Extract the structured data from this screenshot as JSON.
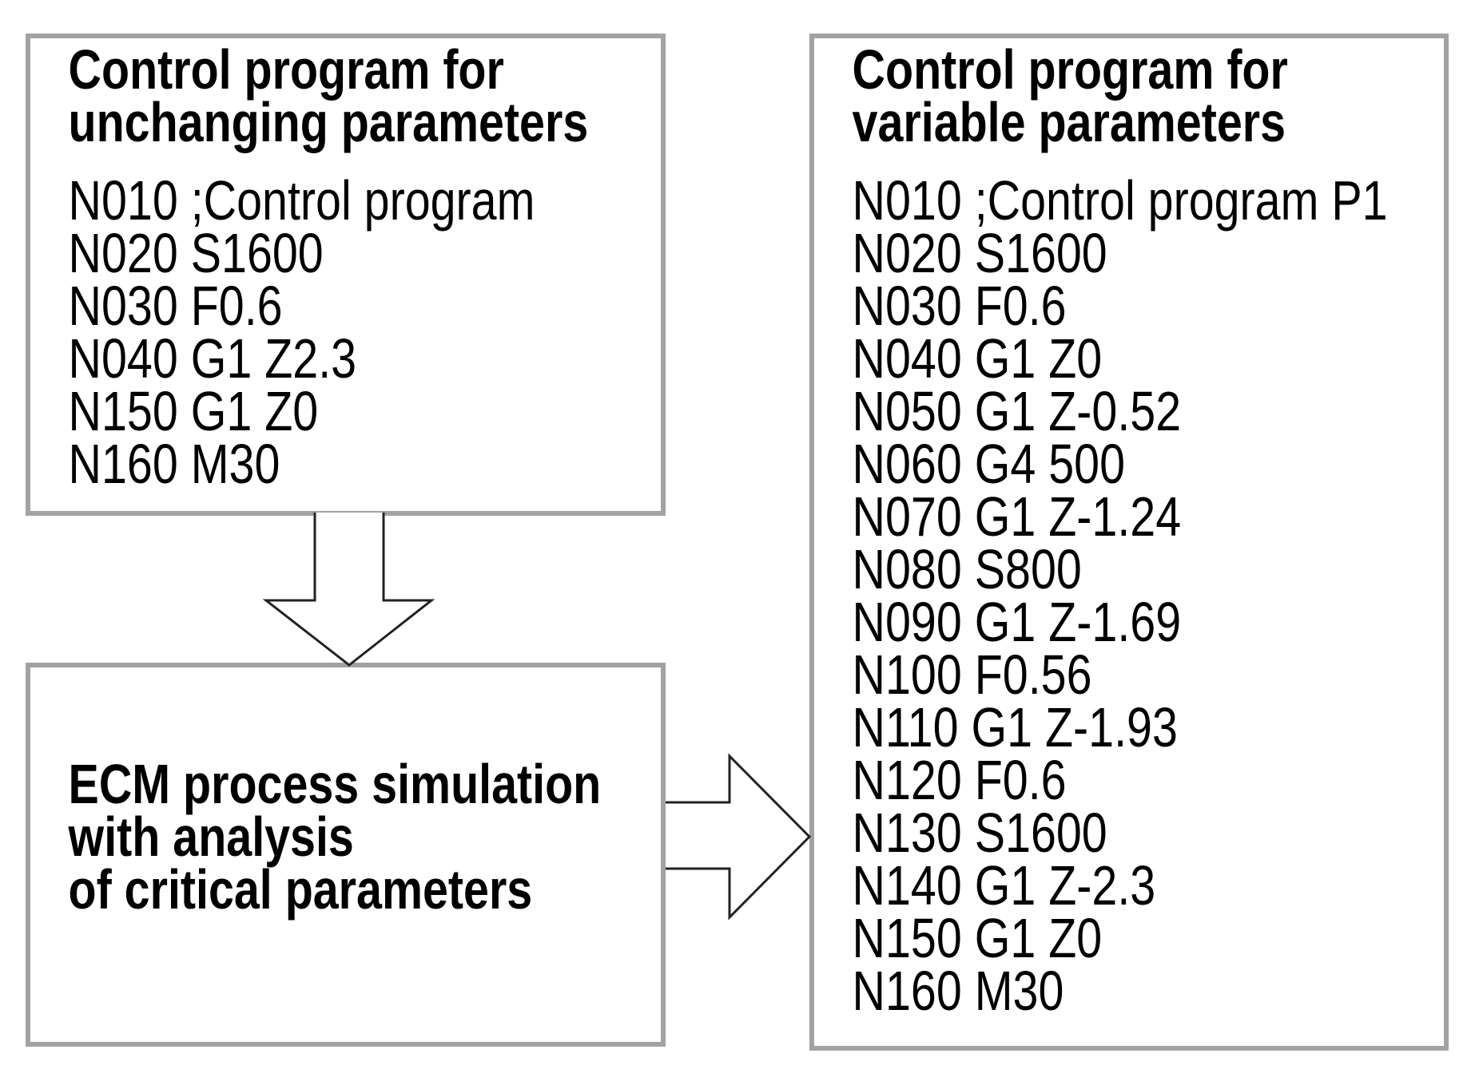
{
  "colors": {
    "background": "#ffffff",
    "box_border": "#a2a2a2",
    "box_fill": "#ffffff",
    "text": "#000000",
    "arrow_outline": "#222222",
    "arrow_fill": "#ffffff"
  },
  "icons": {
    "down_arrow": "down-block-arrow",
    "right_arrow": "right-block-arrow"
  },
  "nodes": {
    "unchanging": {
      "title_lines": [
        "Control program for",
        "unchanging parameters"
      ],
      "code_lines": [
        "N010 ;Control program",
        "N020 S1600",
        "N030 F0.6",
        "N040 G1 Z2.3",
        "N150 G1 Z0",
        "N160 M30"
      ]
    },
    "simulation": {
      "title_lines": [
        "ECM process simulation",
        "with analysis",
        "of critical parameters"
      ]
    },
    "variable": {
      "title_lines": [
        "Control program for",
        "variable parameters"
      ],
      "code_lines": [
        "N010 ;Control program P1",
        "N020 S1600",
        "N030 F0.6",
        "N040 G1 Z0",
        "N050 G1 Z-0.52",
        "N060 G4 500",
        "N070 G1 Z-1.24",
        "N080 S800",
        "N090 G1 Z-1.69",
        "N100 F0.56",
        "N110 G1 Z-1.93",
        "N120 F0.6",
        "N130 S1600",
        "N140 G1 Z-2.3",
        "N150 G1 Z0",
        "N160 M30"
      ]
    }
  }
}
